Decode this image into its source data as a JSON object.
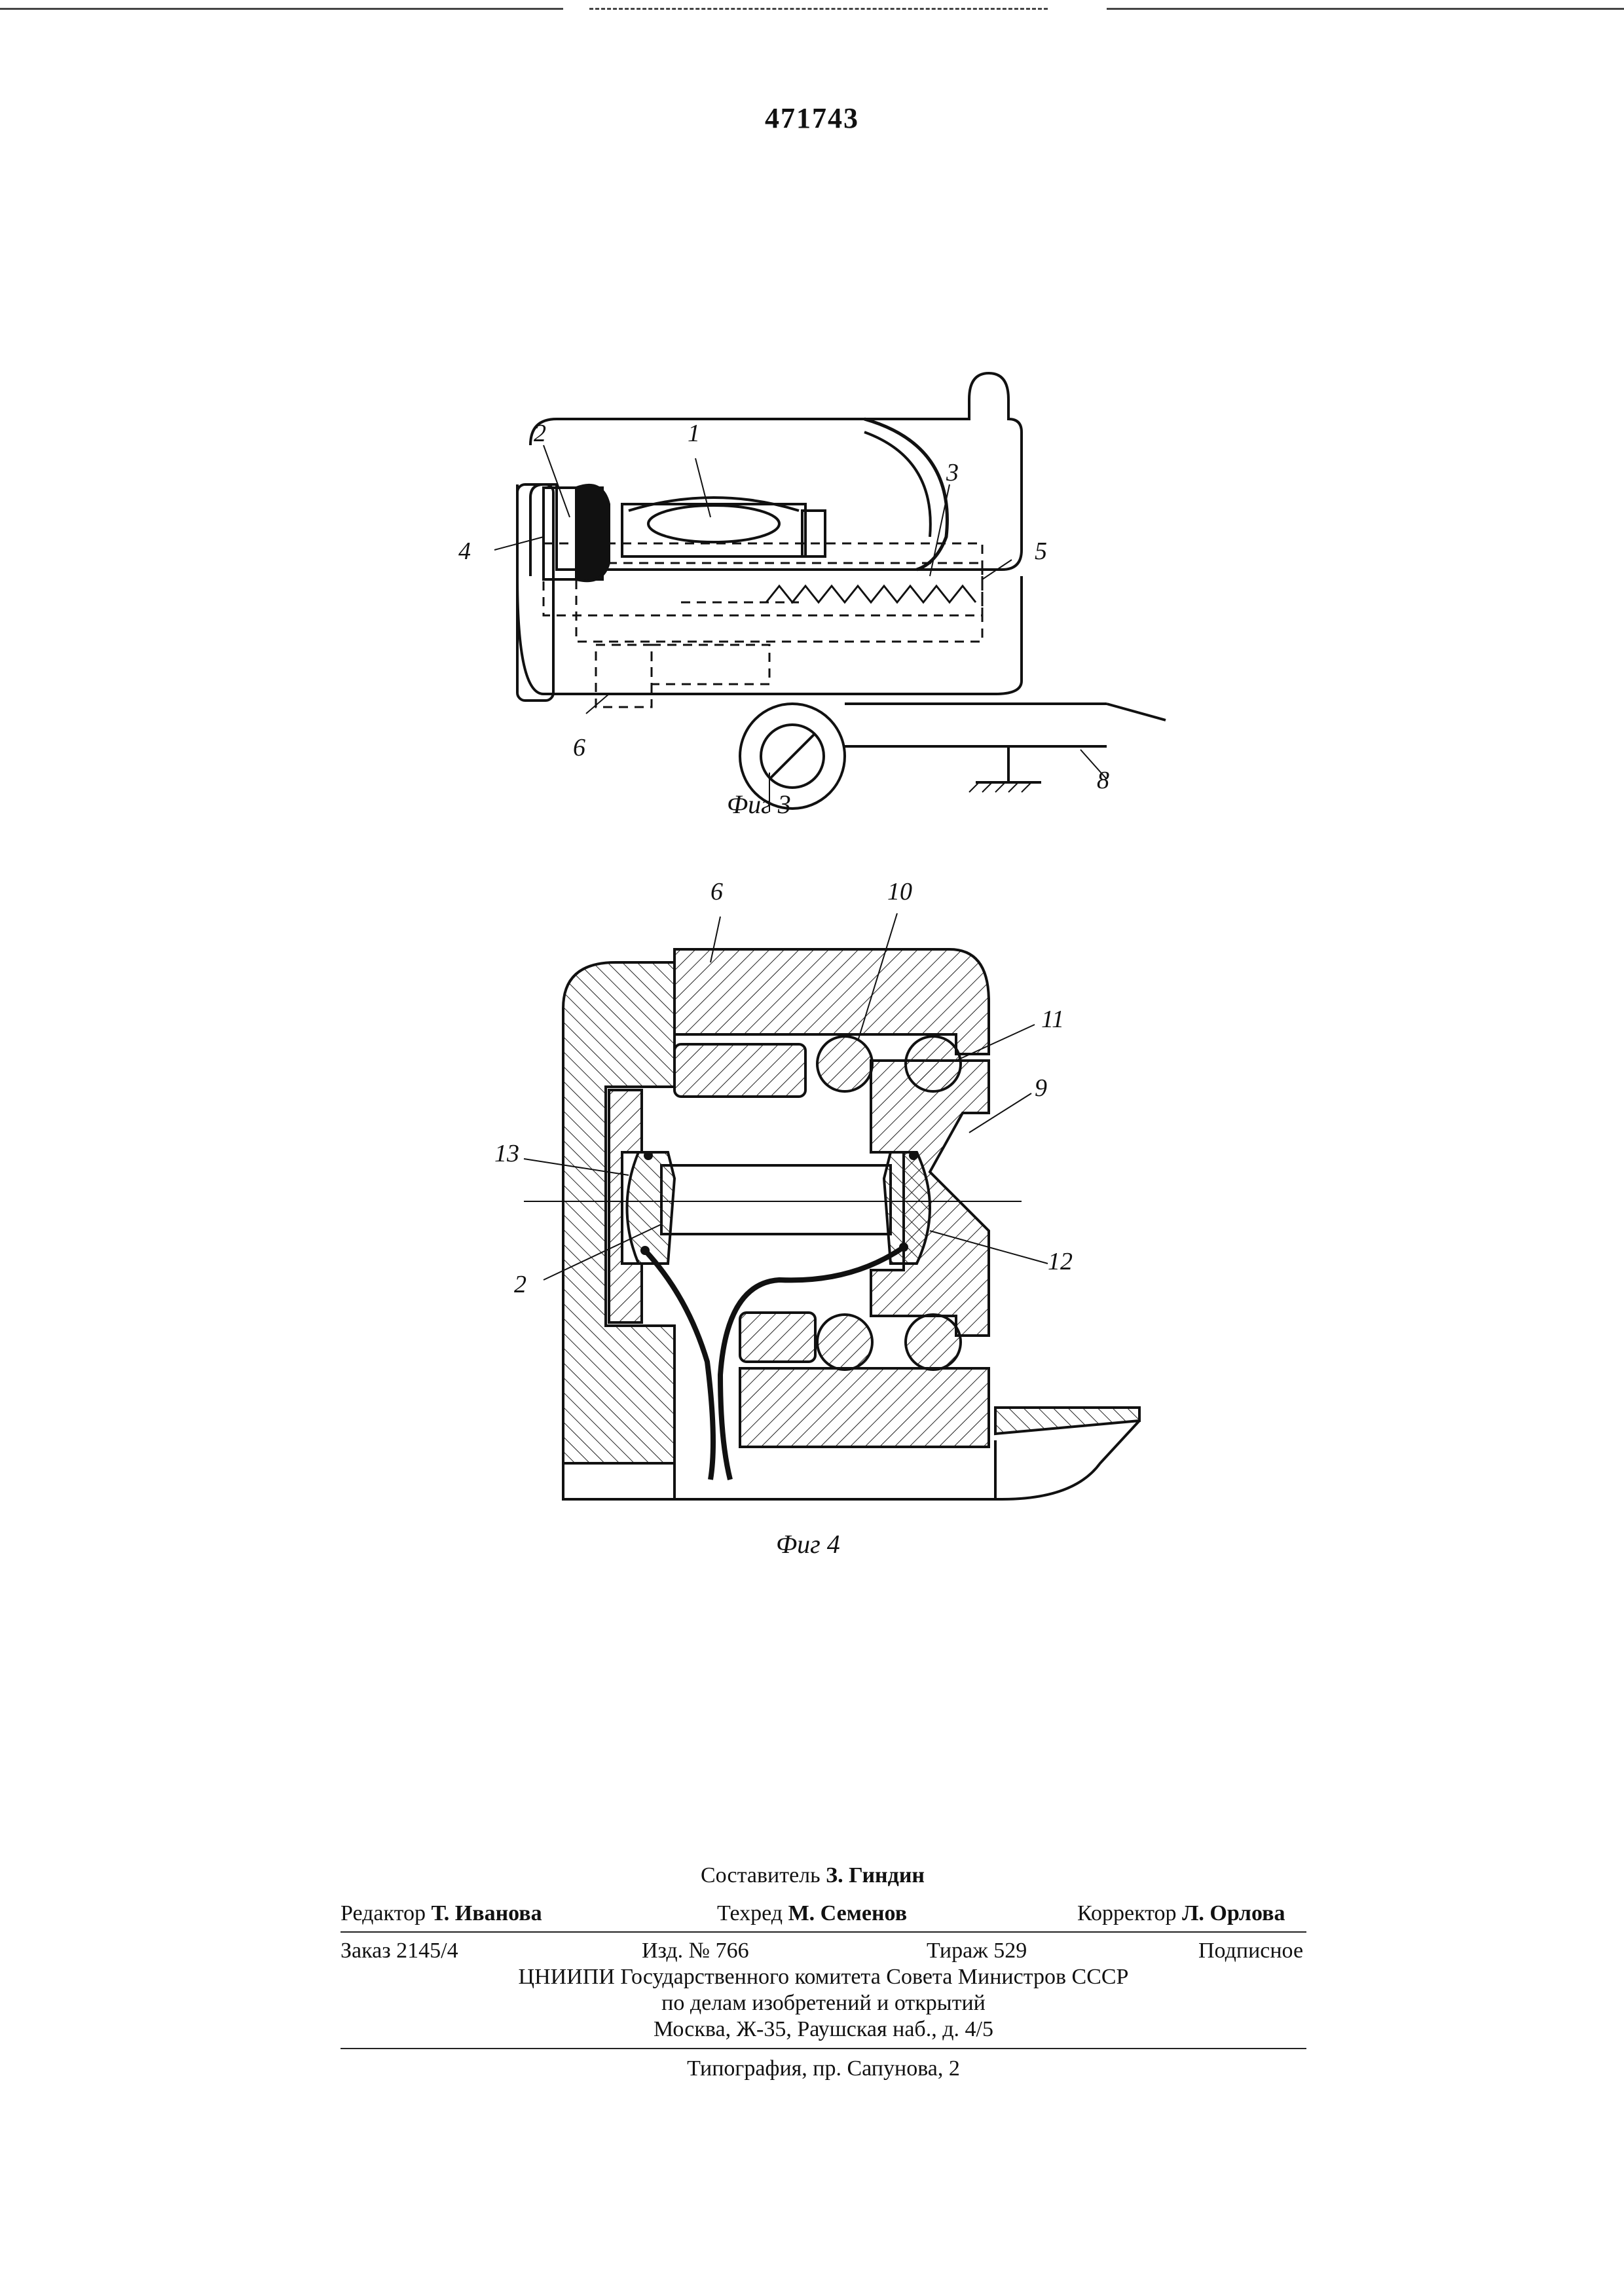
{
  "patent_number": "471743",
  "figures": [
    {
      "caption": "Фиг 3",
      "callouts": [
        "1",
        "2",
        "3",
        "4",
        "5",
        "6",
        "8"
      ]
    },
    {
      "caption": "Фиг 4",
      "callouts": [
        "6",
        "10",
        "11",
        "9",
        "13",
        "12",
        "2"
      ]
    }
  ],
  "imprint": {
    "compiler_label": "Составитель",
    "compiler_name": "З. Гиндин",
    "editor_label": "Редактор",
    "editor_name": "Т. Иванова",
    "techred_label": "Техред",
    "techred_name": "М. Семенов",
    "corrector_label": "Корректор",
    "corrector_name": "Л. Орлова",
    "order": "Заказ 2145/4",
    "issue": "Изд. № 766",
    "circulation": "Тираж 529",
    "subscription": "Подписное",
    "org_line1": "ЦНИИПИ Государственного комитета Совета Министров СССР",
    "org_line2": "по делам изобретений и открытий",
    "org_line3": "Москва, Ж-35, Раушская наб., д. 4/5",
    "printer": "Типография, пр. Сапунова, 2"
  }
}
